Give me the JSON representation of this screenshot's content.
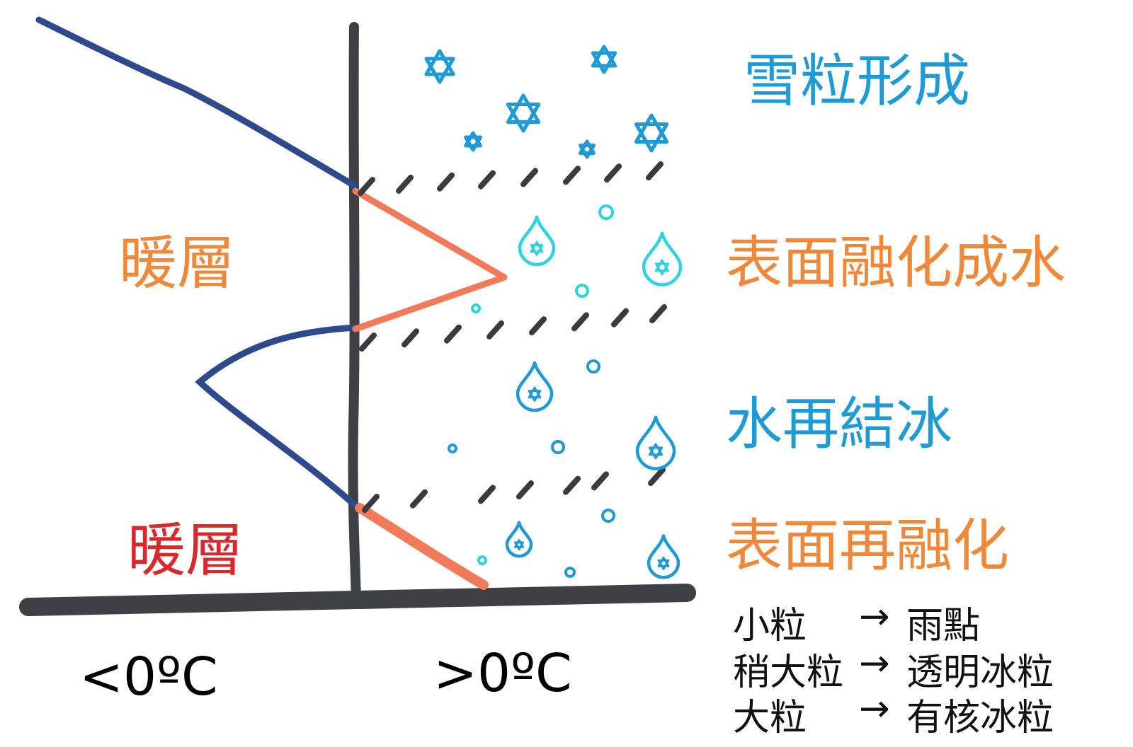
{
  "stages": [
    {
      "label": "雪粒形成",
      "color": "#1e9bd7"
    },
    {
      "label": "表面融化成水",
      "color": "#f0883a"
    },
    {
      "label": "水再結冰",
      "color": "#1e9bd7"
    },
    {
      "label": "表面再融化",
      "color": "#f0883a"
    }
  ],
  "layers": [
    {
      "label": "暖層",
      "color": "#f0883a"
    },
    {
      "label": "暖層",
      "color": "#d9282b"
    }
  ],
  "axis": {
    "left": "<0ºC",
    "right": ">0ºC"
  },
  "legend": {
    "arrow": "→",
    "rows": [
      {
        "size": "小粒",
        "result": "雨點"
      },
      {
        "size": "稍大粒",
        "result": "透明冰粒"
      },
      {
        "size": "大粒",
        "result": "有核冰粒"
      }
    ]
  },
  "colors": {
    "cold_line": "#2e4a8c",
    "warm_line": "#f07a5a",
    "axis_line": "#3f3f46",
    "ice_blue": "#1e9bd7",
    "light_cyan": "#2fd2e0",
    "dash": "#3a3a40"
  },
  "icons": [
    "star-of-david-snowflake-icon",
    "water-drop-icon",
    "small-bubble-icon"
  ]
}
